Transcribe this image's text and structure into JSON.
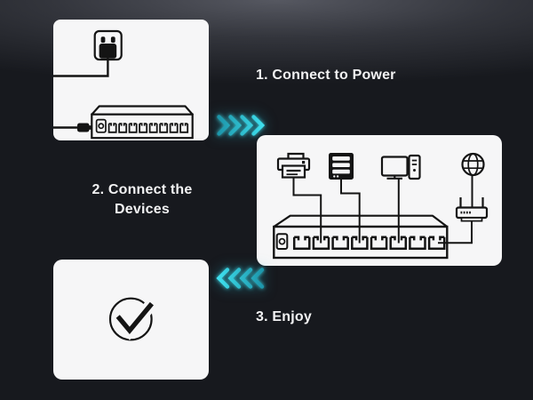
{
  "steps": {
    "step1": {
      "label": "1. Connect to Power"
    },
    "step2": {
      "label_line1": "2. Connect the",
      "label_line2": "Devices"
    },
    "step3": {
      "label": "3. Enjoy"
    }
  },
  "chevrons": {
    "right_count": 4,
    "left_count": 4
  },
  "switch": {
    "port_count": 8
  },
  "icons": {
    "card1": [
      "power-outlet-icon",
      "power-adapter-icon",
      "power-cord-line",
      "dc-plug-icon",
      "network-switch-icon"
    ],
    "card2": [
      "printer-icon",
      "server-icon",
      "desktop-monitor-icon",
      "pc-tower-icon",
      "internet-globe-icon",
      "router-icon",
      "network-switch-icon"
    ],
    "card3": [
      "check-circle-icon"
    ]
  },
  "colors": {
    "background": "#16181d",
    "background_top_glow": "#565861",
    "card_background": "#f6f6f7",
    "line_art": "#141414",
    "text": "#f2f2f3",
    "chevron_bright": "#41e5f3",
    "chevron_dark": "#1b93a8"
  }
}
